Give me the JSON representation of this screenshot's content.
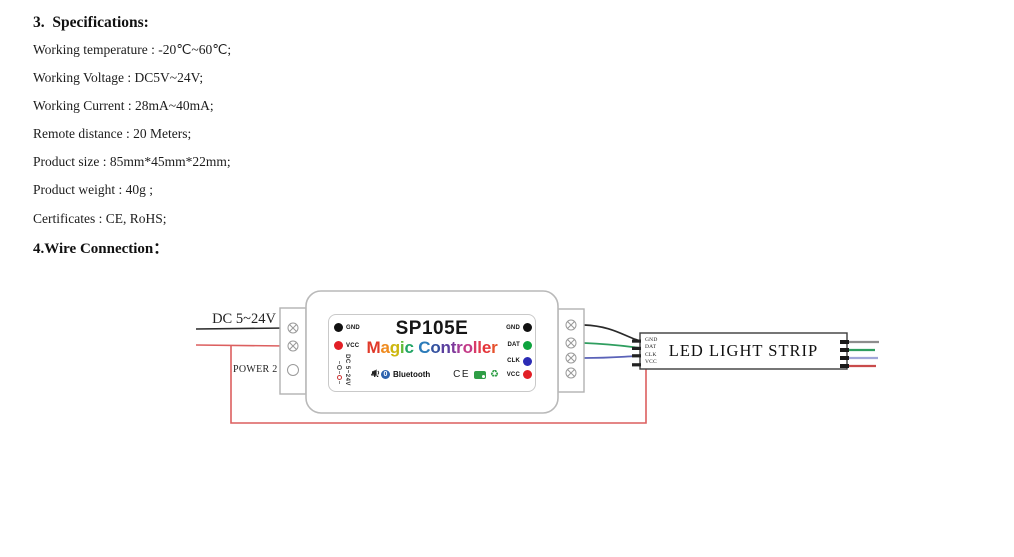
{
  "specs": {
    "title": "3.  Specifications:",
    "items": [
      "Working temperature : -20℃~60℃;",
      "Working Voltage : DC5V~24V;",
      "Working Current : 28mA~40mA;",
      "Remote distance : 20 Meters;",
      "Product size : 85mm*45mm*22mm;",
      "Product weight : 40g ;",
      "Certificates : CE, RoHS;"
    ],
    "wire_title": "4.Wire Connection："
  },
  "diagram": {
    "power_label": "DC 5~24V",
    "power2_label": "POWER 2",
    "controller": {
      "model": "SP105E",
      "brand": "Magic Controller",
      "brand_letters": [
        {
          "ch": "M",
          "color": "#e03a2a"
        },
        {
          "ch": "a",
          "color": "#ef8b1e"
        },
        {
          "ch": "g",
          "color": "#cdb70f"
        },
        {
          "ch": "i",
          "color": "#62bb39"
        },
        {
          "ch": "c",
          "color": "#23a566"
        },
        {
          "ch": " ",
          "color": "#000000"
        },
        {
          "ch": "C",
          "color": "#2b7bb9"
        },
        {
          "ch": "o",
          "color": "#34519f"
        },
        {
          "ch": "n",
          "color": "#5a3f9e"
        },
        {
          "ch": "t",
          "color": "#7e3a9b"
        },
        {
          "ch": "r",
          "color": "#a23c97"
        },
        {
          "ch": "o",
          "color": "#c43a87"
        },
        {
          "ch": "l",
          "color": "#d83a68"
        },
        {
          "ch": "l",
          "color": "#e23a4e"
        },
        {
          "ch": "e",
          "color": "#e43439"
        },
        {
          "ch": "r",
          "color": "#e6512d"
        }
      ],
      "bt_prefix": "4.",
      "bt_zero": "0",
      "bt_label": "Bluetooth",
      "ce_label": "CE",
      "recycle_glyph": "♻",
      "side_voltage": "DC 5~24V",
      "pins_left": [
        {
          "label": "GND",
          "color": "#111111"
        },
        {
          "label": "VCC",
          "color": "#e21f26"
        }
      ],
      "pins_right": [
        {
          "label": "GND",
          "color": "#111111"
        },
        {
          "label": "DAT",
          "color": "#0ea33e"
        },
        {
          "label": "CLK",
          "color": "#2b2bb4"
        },
        {
          "label": "VCC",
          "color": "#e21f26"
        }
      ]
    },
    "led_strip": {
      "title": "LED LIGHT STRIP",
      "pins": [
        "GND",
        "DAT",
        "CLK",
        "VCC"
      ],
      "wire_colors": [
        "#8d8d8d",
        "#2f9e5f",
        "#a0a6d8",
        "#c94b4b"
      ]
    },
    "wire_black": "#2a2a2a",
    "wire_red": "#dc5f5f",
    "wire_green": "#2f9e5f",
    "wire_blue": "#5a62b8"
  }
}
